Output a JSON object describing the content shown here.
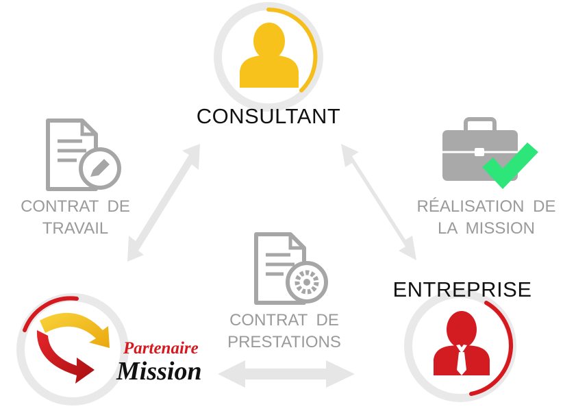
{
  "nodes": {
    "consultant": {
      "label": "CONSULTANT",
      "accent": "#F5BE1A"
    },
    "entreprise": {
      "label": "ENTREPRISE",
      "accent": "#D5191F"
    },
    "partenaire": {
      "logo_top": "Partenaire",
      "logo_bottom": "Mission",
      "accent_top": "#D5191F",
      "accent_bottom": "#111111"
    }
  },
  "edges": {
    "contrat_travail": {
      "line1": "CONTRAT  DE",
      "line2": "TRAVAIL",
      "icon": "document-edit-icon"
    },
    "realisation": {
      "line1": "RÉALISATION  DE",
      "line2": "LA  MISSION",
      "icon": "briefcase-check-icon"
    },
    "contrat_prestations": {
      "line1": "CONTRAT  DE",
      "line2": "PRESTATIONS",
      "icon": "document-gear-icon"
    }
  },
  "colors": {
    "arrow": "#E6E6E6",
    "icon_gray": "#A6A6A6",
    "check": "#2EE57A",
    "ring": "#E9E9E9"
  }
}
